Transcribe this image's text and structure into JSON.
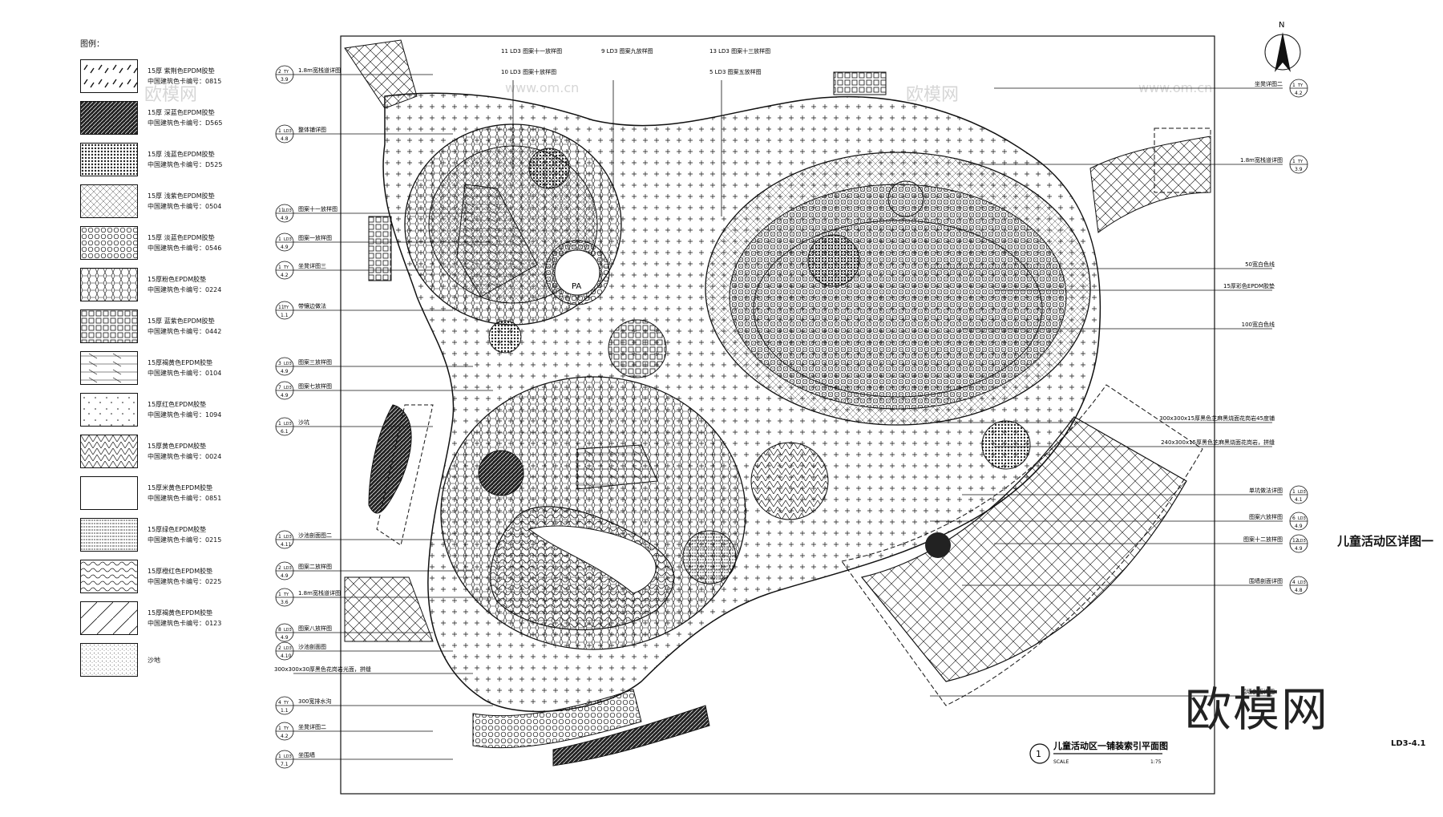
{
  "legend": {
    "title": "图例：",
    "items": [
      {
        "line1": "15厚 紫荆色EPDM胶垫",
        "line2": "中国建筑色卡编号：0815",
        "pattern": "p-leaf"
      },
      {
        "line1": "15厚 深蓝色EPDM胶垫",
        "line2": "中国建筑色卡编号：D565",
        "pattern": "p-dark"
      },
      {
        "line1": "15厚 浅蓝色EPDM胶垫",
        "line2": "中国建筑色卡编号：D525",
        "pattern": "p-dense"
      },
      {
        "line1": "15厚 浅紫色EPDM胶垫",
        "line2": "中国建筑色卡编号：0504",
        "pattern": "p-dots"
      },
      {
        "line1": "15厚 淡蓝色EPDM胶垫",
        "line2": "中国建筑色卡编号：0546",
        "pattern": "p-circles"
      },
      {
        "line1": "15厚粉色EPDM胶垫",
        "line2": "中国建筑色卡编号：0224",
        "pattern": "p-hex"
      },
      {
        "line1": "15厚 蓝紫色EPDM胶垫",
        "line2": "中国建筑色卡编号：0442",
        "pattern": "p-grid"
      },
      {
        "line1": "15厚褐黄色EPDM胶垫",
        "line2": "中国建筑色卡编号：0104",
        "pattern": "p-stripe"
      },
      {
        "line1": "15厚红色EPDM胶垫",
        "line2": "中国建筑色卡编号：1094",
        "pattern": "p-sparse"
      },
      {
        "line1": "15厚黄色EPDM胶垫",
        "line2": "中国建筑色卡编号：0024",
        "pattern": "p-tri"
      },
      {
        "line1": "15厚米黄色EPDM胶垫",
        "line2": "中国建筑色卡编号：0851",
        "pattern": "p-blank"
      },
      {
        "line1": "15厚绿色EPDM胶垫",
        "line2": "中国建筑色卡编号：0215",
        "pattern": "p-lines"
      },
      {
        "line1": "15厚橙红色EPDM胶垫",
        "line2": "中国建筑色卡编号：0225",
        "pattern": "p-wave"
      },
      {
        "line1": "15厚褐黄色EPDM胶垫",
        "line2": "中国建筑色卡编号：0123",
        "pattern": "p-diag"
      },
      {
        "line1": "沙地",
        "line2": "",
        "pattern": "p-sand"
      }
    ]
  },
  "callouts_left": [
    {
      "num": "2",
      "ref": "TY",
      "sheet": "3.9",
      "text": "1.8m宽栈道详图"
    },
    {
      "num": "1",
      "ref": "LD3",
      "sheet": "4.8",
      "text": "整体铺详图"
    },
    {
      "num": "11",
      "ref": "LD3",
      "sheet": "4.9",
      "text": "图案十一放样图"
    },
    {
      "num": "1",
      "ref": "LD3",
      "sheet": "4.9",
      "text": "图案一放样图"
    },
    {
      "num": "1",
      "ref": "TY",
      "sheet": "4.2",
      "text": "坐凳详图三"
    },
    {
      "num": "11",
      "ref": "TY",
      "sheet": "1.1",
      "text": "带镶边做法"
    },
    {
      "num": "3",
      "ref": "LD3",
      "sheet": "4.9",
      "text": "图案三放样图"
    },
    {
      "num": "7",
      "ref": "LD3",
      "sheet": "4.9",
      "text": "图案七放样图"
    },
    {
      "num": "1",
      "ref": "LD3",
      "sheet": "6.1",
      "text": "沙坑"
    },
    {
      "num": "1",
      "ref": "LD3",
      "sheet": "4.11",
      "text": "沙池剖面图二"
    },
    {
      "num": "2",
      "ref": "LD3",
      "sheet": "4.9",
      "text": "图案二放样图"
    },
    {
      "num": "1",
      "ref": "TY",
      "sheet": "3.6",
      "text": "1.8m宽栈道详图"
    },
    {
      "num": "8",
      "ref": "LD3",
      "sheet": "4.9",
      "text": "图案八放样图"
    },
    {
      "num": "2",
      "ref": "LD3",
      "sheet": "4.10",
      "text": "沙池剖面图"
    },
    {
      "num": "",
      "ref": "",
      "sheet": "",
      "text": "300x300x30厚黑色花岗岩光面，拼缝"
    },
    {
      "num": "4",
      "ref": "TY",
      "sheet": "1.1",
      "text": "300宽排水沟"
    },
    {
      "num": "1",
      "ref": "TY",
      "sheet": "4.2",
      "text": "坐凳详图二"
    },
    {
      "num": "1",
      "ref": "LD3",
      "sheet": "7.1",
      "text": "坐围墙"
    }
  ],
  "callouts_top": [
    {
      "top": "11 LD3 图案十一放样图",
      "bottom": "10 LD3 图案十放样图"
    },
    {
      "top": "9 LD3 图案九放样图",
      "bottom": ""
    },
    {
      "top": "13 LD3 图案十三放样图",
      "bottom": "5 LD3 图案五放样图"
    }
  ],
  "callouts_right": [
    {
      "text": "坐凳详图二",
      "num": "1",
      "ref": "TY",
      "sheet": "4.2"
    },
    {
      "text": "1.8m宽栈道详图",
      "num": "1",
      "ref": "TY",
      "sheet": "3.9"
    },
    {
      "text": "50宽白色线",
      "num": "",
      "ref": "",
      "sheet": ""
    },
    {
      "text": "15厚彩色EPDM胶垫",
      "num": "",
      "ref": "",
      "sheet": ""
    },
    {
      "text": "100宽白色线",
      "num": "",
      "ref": "",
      "sheet": ""
    },
    {
      "text": "300x300x15厚黑色芝麻黑烧面花岗岩45度铺",
      "num": "",
      "ref": "",
      "sheet": ""
    },
    {
      "text": "240x300x15厚黑色芝麻黑烧面花岗岩，拼缝",
      "num": "",
      "ref": "",
      "sheet": ""
    },
    {
      "text": "单坑做法详图",
      "num": "1",
      "ref": "LD3",
      "sheet": "4.1"
    },
    {
      "text": "图案六放样图",
      "num": "6",
      "ref": "LD3",
      "sheet": "4.9"
    },
    {
      "text": "图案十二放样图",
      "num": "12",
      "ref": "LD3",
      "sheet": "4.9"
    },
    {
      "text": "围墙剖面详图",
      "num": "4",
      "ref": "LD3",
      "sheet": "4.8"
    },
    {
      "text": "围墙剖面详图",
      "num": "",
      "ref": "",
      "sheet": ""
    }
  ],
  "plan_labels": {
    "pa": "PA"
  },
  "drawing_title": {
    "num": "1",
    "title": "儿童活动区一铺装索引平面图",
    "scale_label": "SCALE",
    "scale": "1:75"
  },
  "right_title": "儿童活动区详图一",
  "north": "N",
  "sheet_no": "LD3-4.1",
  "watermark": "欧模网",
  "faint_marks": [
    "欧模网",
    "www.om.cn",
    "欧模网",
    "www.om.cn"
  ]
}
